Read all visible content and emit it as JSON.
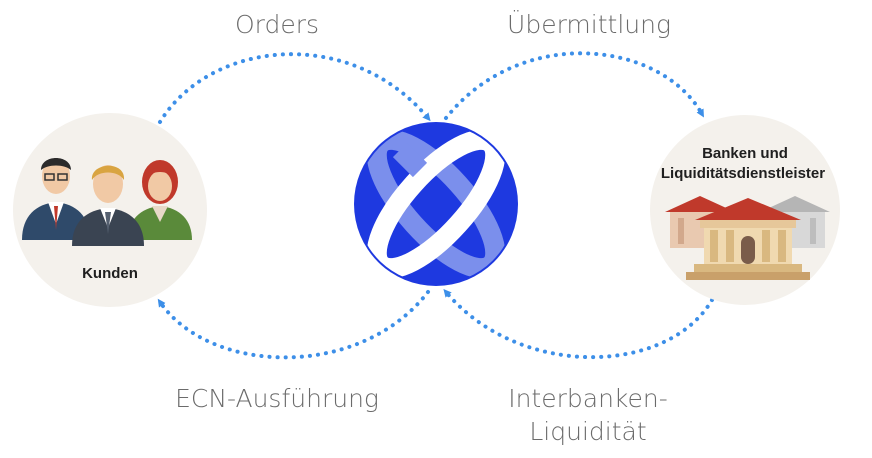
{
  "flows": {
    "orders": "Orders",
    "transmission": "Übermittlung",
    "ecn_execution": "ECN-Ausführung",
    "interbank_line1": "Interbanken-",
    "interbank_line2": "Liquidität"
  },
  "nodes": {
    "customers": {
      "label": "Kunden",
      "icon": "people-group-icon"
    },
    "hub": {
      "icon": "ecn-logo-icon",
      "color": "#1e39e0"
    },
    "banks": {
      "label_line1": "Banken und",
      "label_line2": "Liquiditätsdienstleister",
      "icon": "bank-buildings-icon"
    }
  },
  "colors": {
    "arrow": "#3d8fe8",
    "node_bg": "#f4f1ec",
    "hub_ring": "#1e39e0",
    "hub_band": "#7b8fec"
  }
}
